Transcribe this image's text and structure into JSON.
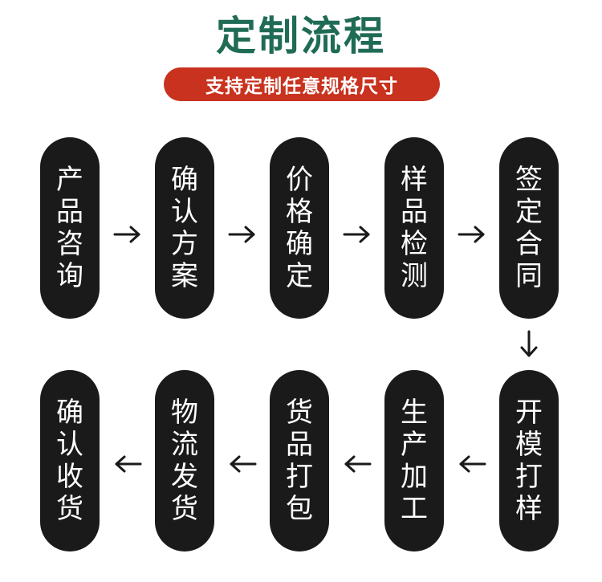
{
  "header": {
    "title": "定制流程",
    "subtitle": "支持定制任意规格尺寸"
  },
  "steps": [
    {
      "label": "产品咨询"
    },
    {
      "label": "确认方案"
    },
    {
      "label": "价格确定"
    },
    {
      "label": "样品检测"
    },
    {
      "label": "签定合同"
    },
    {
      "label": "开模打样"
    },
    {
      "label": "生产加工"
    },
    {
      "label": "货品打包"
    },
    {
      "label": "物流发货"
    },
    {
      "label": "确认收货"
    }
  ],
  "colors": {
    "title": "#1f6b55",
    "pill": "#c8321e",
    "step_bg": "#1a1a1a",
    "arrow": "#1a1a1a"
  },
  "icons": [
    "arrow-right-icon",
    "arrow-down-icon",
    "arrow-left-icon"
  ]
}
